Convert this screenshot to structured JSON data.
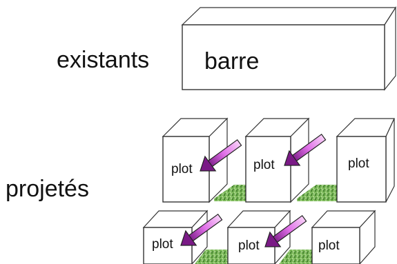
{
  "labels": {
    "existing": "existants",
    "bar": "barre",
    "projected": "projetés"
  },
  "plots": {
    "top_row": [
      "plot",
      "plot",
      "plot"
    ],
    "bottom_row": [
      "plot",
      "plot",
      "plot"
    ]
  },
  "colors": {
    "arrow": "#c040c8",
    "arrow_light": "#f0b0f0",
    "grass": "#5a9a3a",
    "outline": "#333333",
    "bar_top_edge": "#cc3333"
  },
  "icons": {
    "arrow": "diagonal-arrow-icon",
    "ground": "grass-patch-icon"
  }
}
